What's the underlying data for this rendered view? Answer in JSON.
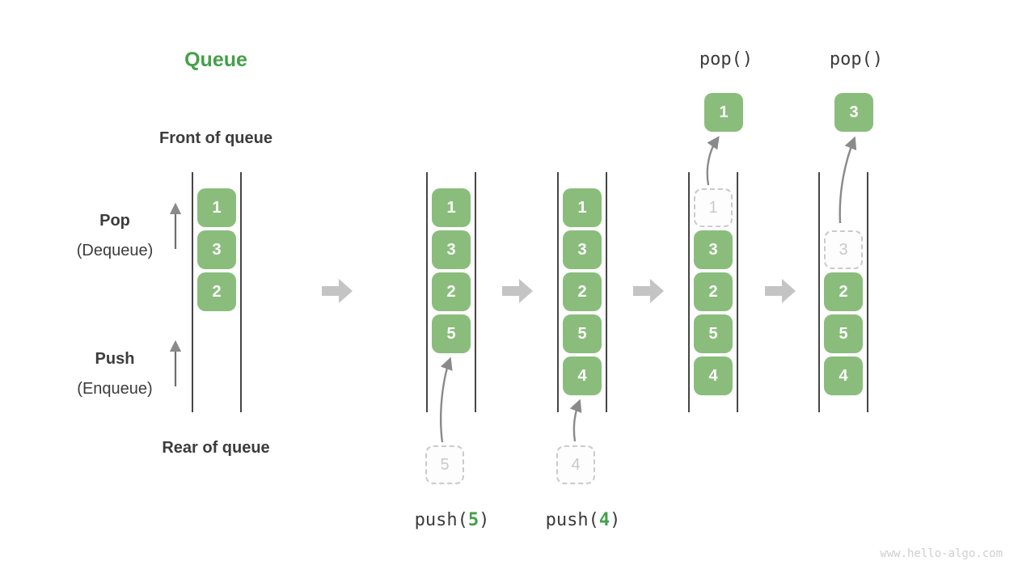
{
  "diagram_title": "Queue",
  "watermark": "www.hello-algo.com",
  "labels": {
    "front_of_queue": "Front of queue",
    "rear_of_queue": "Rear of queue",
    "pop": "Pop",
    "pop_alias": "(Dequeue)",
    "push": "Push",
    "push_alias": "(Enqueue)"
  },
  "colors": {
    "accent_green": "#44a049",
    "box_green": "#8abd7c",
    "box_text": "#ffffff",
    "dashed_border": "#cacaca",
    "dashed_text": "#c9c9c9",
    "line": "#454545",
    "curve_arrow": "#8a8a8a",
    "dir_arrow": "#6f6f6f",
    "flow_arrow": "#c4c4c4",
    "label_text": "#3c3c3c",
    "code_text": "#3b3b3b",
    "watermark_text": "#cfcfcf"
  },
  "steps": [
    {
      "name": "initial-state",
      "slots": [
        {
          "row": 0,
          "value": "1",
          "state": "filled"
        },
        {
          "row": 1,
          "value": "3",
          "state": "filled"
        },
        {
          "row": 2,
          "value": "2",
          "state": "filled"
        }
      ]
    },
    {
      "name": "after-push-5",
      "operation": {
        "prefix": "push(",
        "arg": "5",
        "suffix": ")",
        "position": "bottom"
      },
      "incoming": {
        "value": "5"
      },
      "slots": [
        {
          "row": 0,
          "value": "1",
          "state": "filled"
        },
        {
          "row": 1,
          "value": "3",
          "state": "filled"
        },
        {
          "row": 2,
          "value": "2",
          "state": "filled"
        },
        {
          "row": 3,
          "value": "5",
          "state": "filled"
        }
      ]
    },
    {
      "name": "after-push-4",
      "operation": {
        "prefix": "push(",
        "arg": "4",
        "suffix": ")",
        "position": "bottom"
      },
      "incoming": {
        "value": "4"
      },
      "slots": [
        {
          "row": 0,
          "value": "1",
          "state": "filled"
        },
        {
          "row": 1,
          "value": "3",
          "state": "filled"
        },
        {
          "row": 2,
          "value": "2",
          "state": "filled"
        },
        {
          "row": 3,
          "value": "5",
          "state": "filled"
        },
        {
          "row": 4,
          "value": "4",
          "state": "filled"
        }
      ]
    },
    {
      "name": "after-pop-1",
      "operation": {
        "prefix": "pop(",
        "arg": "",
        "suffix": ")",
        "position": "top"
      },
      "outgoing": {
        "value": "1"
      },
      "slots": [
        {
          "row": 0,
          "value": "1",
          "state": "ghost"
        },
        {
          "row": 1,
          "value": "3",
          "state": "filled"
        },
        {
          "row": 2,
          "value": "2",
          "state": "filled"
        },
        {
          "row": 3,
          "value": "5",
          "state": "filled"
        },
        {
          "row": 4,
          "value": "4",
          "state": "filled"
        }
      ]
    },
    {
      "name": "after-pop-3",
      "operation": {
        "prefix": "pop(",
        "arg": "",
        "suffix": ")",
        "position": "top"
      },
      "outgoing": {
        "value": "3"
      },
      "slots": [
        {
          "row": 1,
          "value": "3",
          "state": "ghost"
        },
        {
          "row": 2,
          "value": "2",
          "state": "filled"
        },
        {
          "row": 3,
          "value": "5",
          "state": "filled"
        },
        {
          "row": 4,
          "value": "4",
          "state": "filled"
        }
      ]
    }
  ]
}
